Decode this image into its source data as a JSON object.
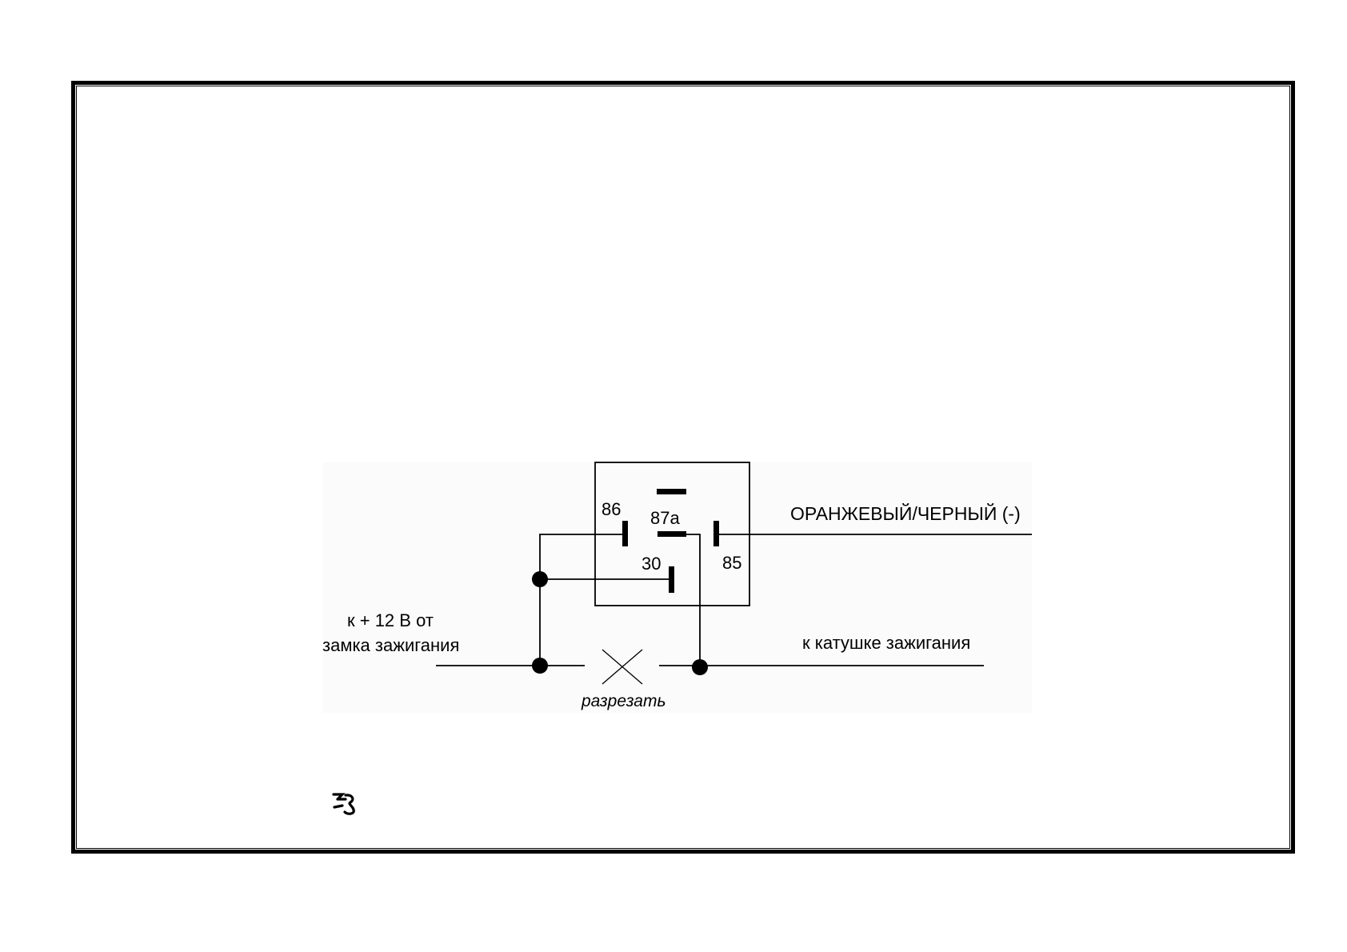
{
  "relay": {
    "pin_86": "86",
    "pin_87a": "87a",
    "pin_30": "30",
    "pin_85": "85"
  },
  "labels": {
    "wire_orange_black": "ОРАНЖЕВЫЙ/ЧЕРНЫЙ (-)",
    "source_line1": "к + 12 В от",
    "source_line2": "замка зажигания",
    "to_coil": "к катушке зажигания",
    "cut": "разрезать"
  },
  "icons": {
    "bottom_symbol": "cut-wire-symbol-icon"
  }
}
